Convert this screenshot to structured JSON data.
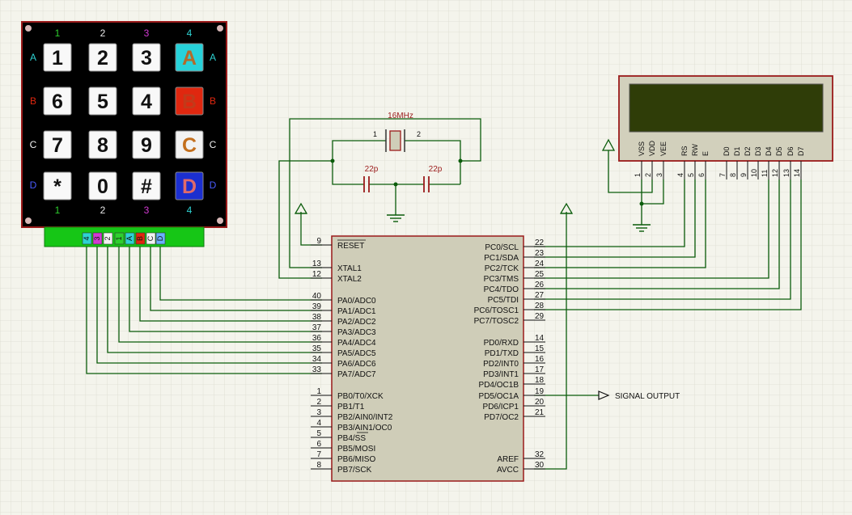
{
  "colors": {
    "background": "#f4f4ec",
    "grid": "#dcdcd0",
    "wire": "#0b5c0b",
    "body_border": "#9b1b1b",
    "chip_fill": "#cfcdb8",
    "lcd_frame": "#d2d0bc",
    "lcd_screen": "#2f3d08",
    "keypad_bg": "#000000",
    "connector": "#16c616"
  },
  "keypad": {
    "col_labels": [
      "1",
      "2",
      "3",
      "4"
    ],
    "row_labels": [
      "A",
      "B",
      "C",
      "D"
    ],
    "bottom_col_labels": [
      "1",
      "2",
      "3",
      "4"
    ],
    "keys": [
      [
        "1",
        "2",
        "3",
        "A"
      ],
      [
        "6",
        "5",
        "4",
        "B"
      ],
      [
        "7",
        "8",
        "9",
        "C"
      ],
      [
        "*",
        "0",
        "#",
        "D"
      ]
    ],
    "special_key_colors": {
      "A": "#27d2da",
      "B": "#e0270f",
      "C": "#f2f2f2",
      "D": "#1b2fd0"
    },
    "connector_pins": [
      "4",
      "3",
      "2",
      "1",
      "A",
      "B",
      "C",
      "D"
    ]
  },
  "crystal": {
    "label": "16MHz",
    "pin1": "1",
    "pin2": "2",
    "cap1": "22p",
    "cap2": "22p"
  },
  "mcu": {
    "left_pins": [
      {
        "num": "9",
        "name": "RESET"
      },
      {
        "num": "13",
        "name": "XTAL1"
      },
      {
        "num": "12",
        "name": "XTAL2"
      },
      {
        "num": "40",
        "name": "PA0/ADC0"
      },
      {
        "num": "39",
        "name": "PA1/ADC1"
      },
      {
        "num": "38",
        "name": "PA2/ADC2"
      },
      {
        "num": "37",
        "name": "PA3/ADC3"
      },
      {
        "num": "36",
        "name": "PA4/ADC4"
      },
      {
        "num": "35",
        "name": "PA5/ADC5"
      },
      {
        "num": "34",
        "name": "PA6/ADC6"
      },
      {
        "num": "33",
        "name": "PA7/ADC7"
      },
      {
        "num": "1",
        "name": "PB0/T0/XCK"
      },
      {
        "num": "2",
        "name": "PB1/T1"
      },
      {
        "num": "3",
        "name": "PB2/AIN0/INT2"
      },
      {
        "num": "4",
        "name": "PB3/AIN1/OC0"
      },
      {
        "num": "5",
        "name": "PB4/SS"
      },
      {
        "num": "6",
        "name": "PB5/MOSI"
      },
      {
        "num": "7",
        "name": "PB6/MISO"
      },
      {
        "num": "8",
        "name": "PB7/SCK"
      }
    ],
    "right_pins": [
      {
        "num": "22",
        "name": "PC0/SCL"
      },
      {
        "num": "23",
        "name": "PC1/SDA"
      },
      {
        "num": "24",
        "name": "PC2/TCK"
      },
      {
        "num": "25",
        "name": "PC3/TMS"
      },
      {
        "num": "26",
        "name": "PC4/TDO"
      },
      {
        "num": "27",
        "name": "PC5/TDI"
      },
      {
        "num": "28",
        "name": "PC6/TOSC1"
      },
      {
        "num": "29",
        "name": "PC7/TOSC2"
      },
      {
        "num": "14",
        "name": "PD0/RXD"
      },
      {
        "num": "15",
        "name": "PD1/TXD"
      },
      {
        "num": "16",
        "name": "PD2/INT0"
      },
      {
        "num": "17",
        "name": "PD3/INT1"
      },
      {
        "num": "18",
        "name": "PD4/OC1B"
      },
      {
        "num": "19",
        "name": "PD5/OC1A"
      },
      {
        "num": "20",
        "name": "PD6/ICP1"
      },
      {
        "num": "21",
        "name": "PD7/OC2"
      },
      {
        "num": "32",
        "name": "AREF"
      },
      {
        "num": "30",
        "name": "AVCC"
      }
    ]
  },
  "lcd": {
    "pins": [
      {
        "num": "1",
        "name": "VSS"
      },
      {
        "num": "2",
        "name": "VDD"
      },
      {
        "num": "3",
        "name": "VEE"
      },
      {
        "num": "4",
        "name": "RS"
      },
      {
        "num": "5",
        "name": "RW"
      },
      {
        "num": "6",
        "name": "E"
      },
      {
        "num": "7",
        "name": "D0"
      },
      {
        "num": "8",
        "name": "D1"
      },
      {
        "num": "9",
        "name": "D2"
      },
      {
        "num": "10",
        "name": "D3"
      },
      {
        "num": "11",
        "name": "D4"
      },
      {
        "num": "12",
        "name": "D5"
      },
      {
        "num": "13",
        "name": "D6"
      },
      {
        "num": "14",
        "name": "D7"
      }
    ]
  },
  "signal_output": {
    "label": "SIGNAL OUTPUT"
  }
}
